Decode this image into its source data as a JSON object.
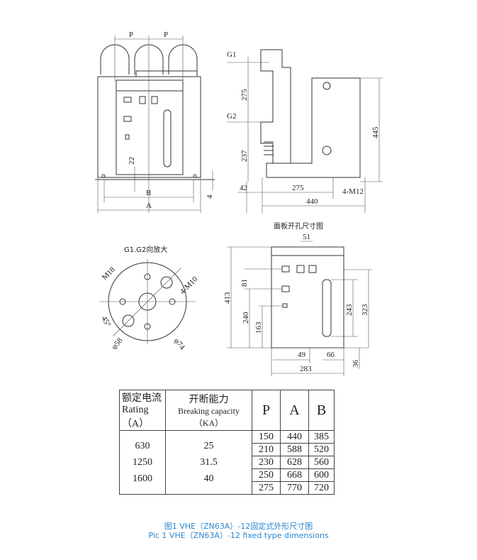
{
  "front_view": {
    "pitch_1": "P",
    "pitch_2": "P",
    "dim_22": "22",
    "dim_B": "B",
    "dim_A": "A",
    "dim_4": "4"
  },
  "side_view": {
    "g1": "G1",
    "g2": "G2",
    "dim_275_v": "275",
    "dim_237": "237",
    "dim_445": "445",
    "dim_42": "42",
    "dim_275_h": "275",
    "dim_440": "440",
    "bolt": "4-M12"
  },
  "detail_view": {
    "title": "G1.G2向放大",
    "m18": "M18",
    "m10": "4-M10",
    "angle": "45°",
    "d58": "φ58",
    "d74": "φ74"
  },
  "panel_cutout": {
    "title": "面板开孔尺寸图",
    "dim_51": "51",
    "dim_81": "81",
    "dim_413": "413",
    "dim_240": "240",
    "dim_163": "163",
    "dim_243": "243",
    "dim_323": "323",
    "dim_49": "49",
    "dim_66": "66",
    "dim_283": "283",
    "dim_36": "36"
  },
  "table": {
    "headers": {
      "rating_cn": "额定电流",
      "rating_en": "Rating（A）",
      "breaking_cn": "开断能力",
      "breaking_en": "Breaking capacity （KA）",
      "p": "P",
      "a": "A",
      "b": "B"
    },
    "ratings": [
      "630",
      "1250",
      "1600"
    ],
    "capacities": [
      "25",
      "31.5",
      "40"
    ],
    "rows": [
      {
        "p": "150",
        "a": "440",
        "b": "385"
      },
      {
        "p": "210",
        "a": "588",
        "b": "520"
      },
      {
        "p": "230",
        "a": "628",
        "b": "560"
      },
      {
        "p": "250",
        "a": "668",
        "b": "600"
      },
      {
        "p": "275",
        "a": "770",
        "b": "720"
      }
    ]
  },
  "caption": {
    "cn": "图1  VHE（ZN63A）-12固定式外形尺寸图",
    "en": "Pic 1  VHE（ZN63A）-12 fixed type dimensions"
  }
}
